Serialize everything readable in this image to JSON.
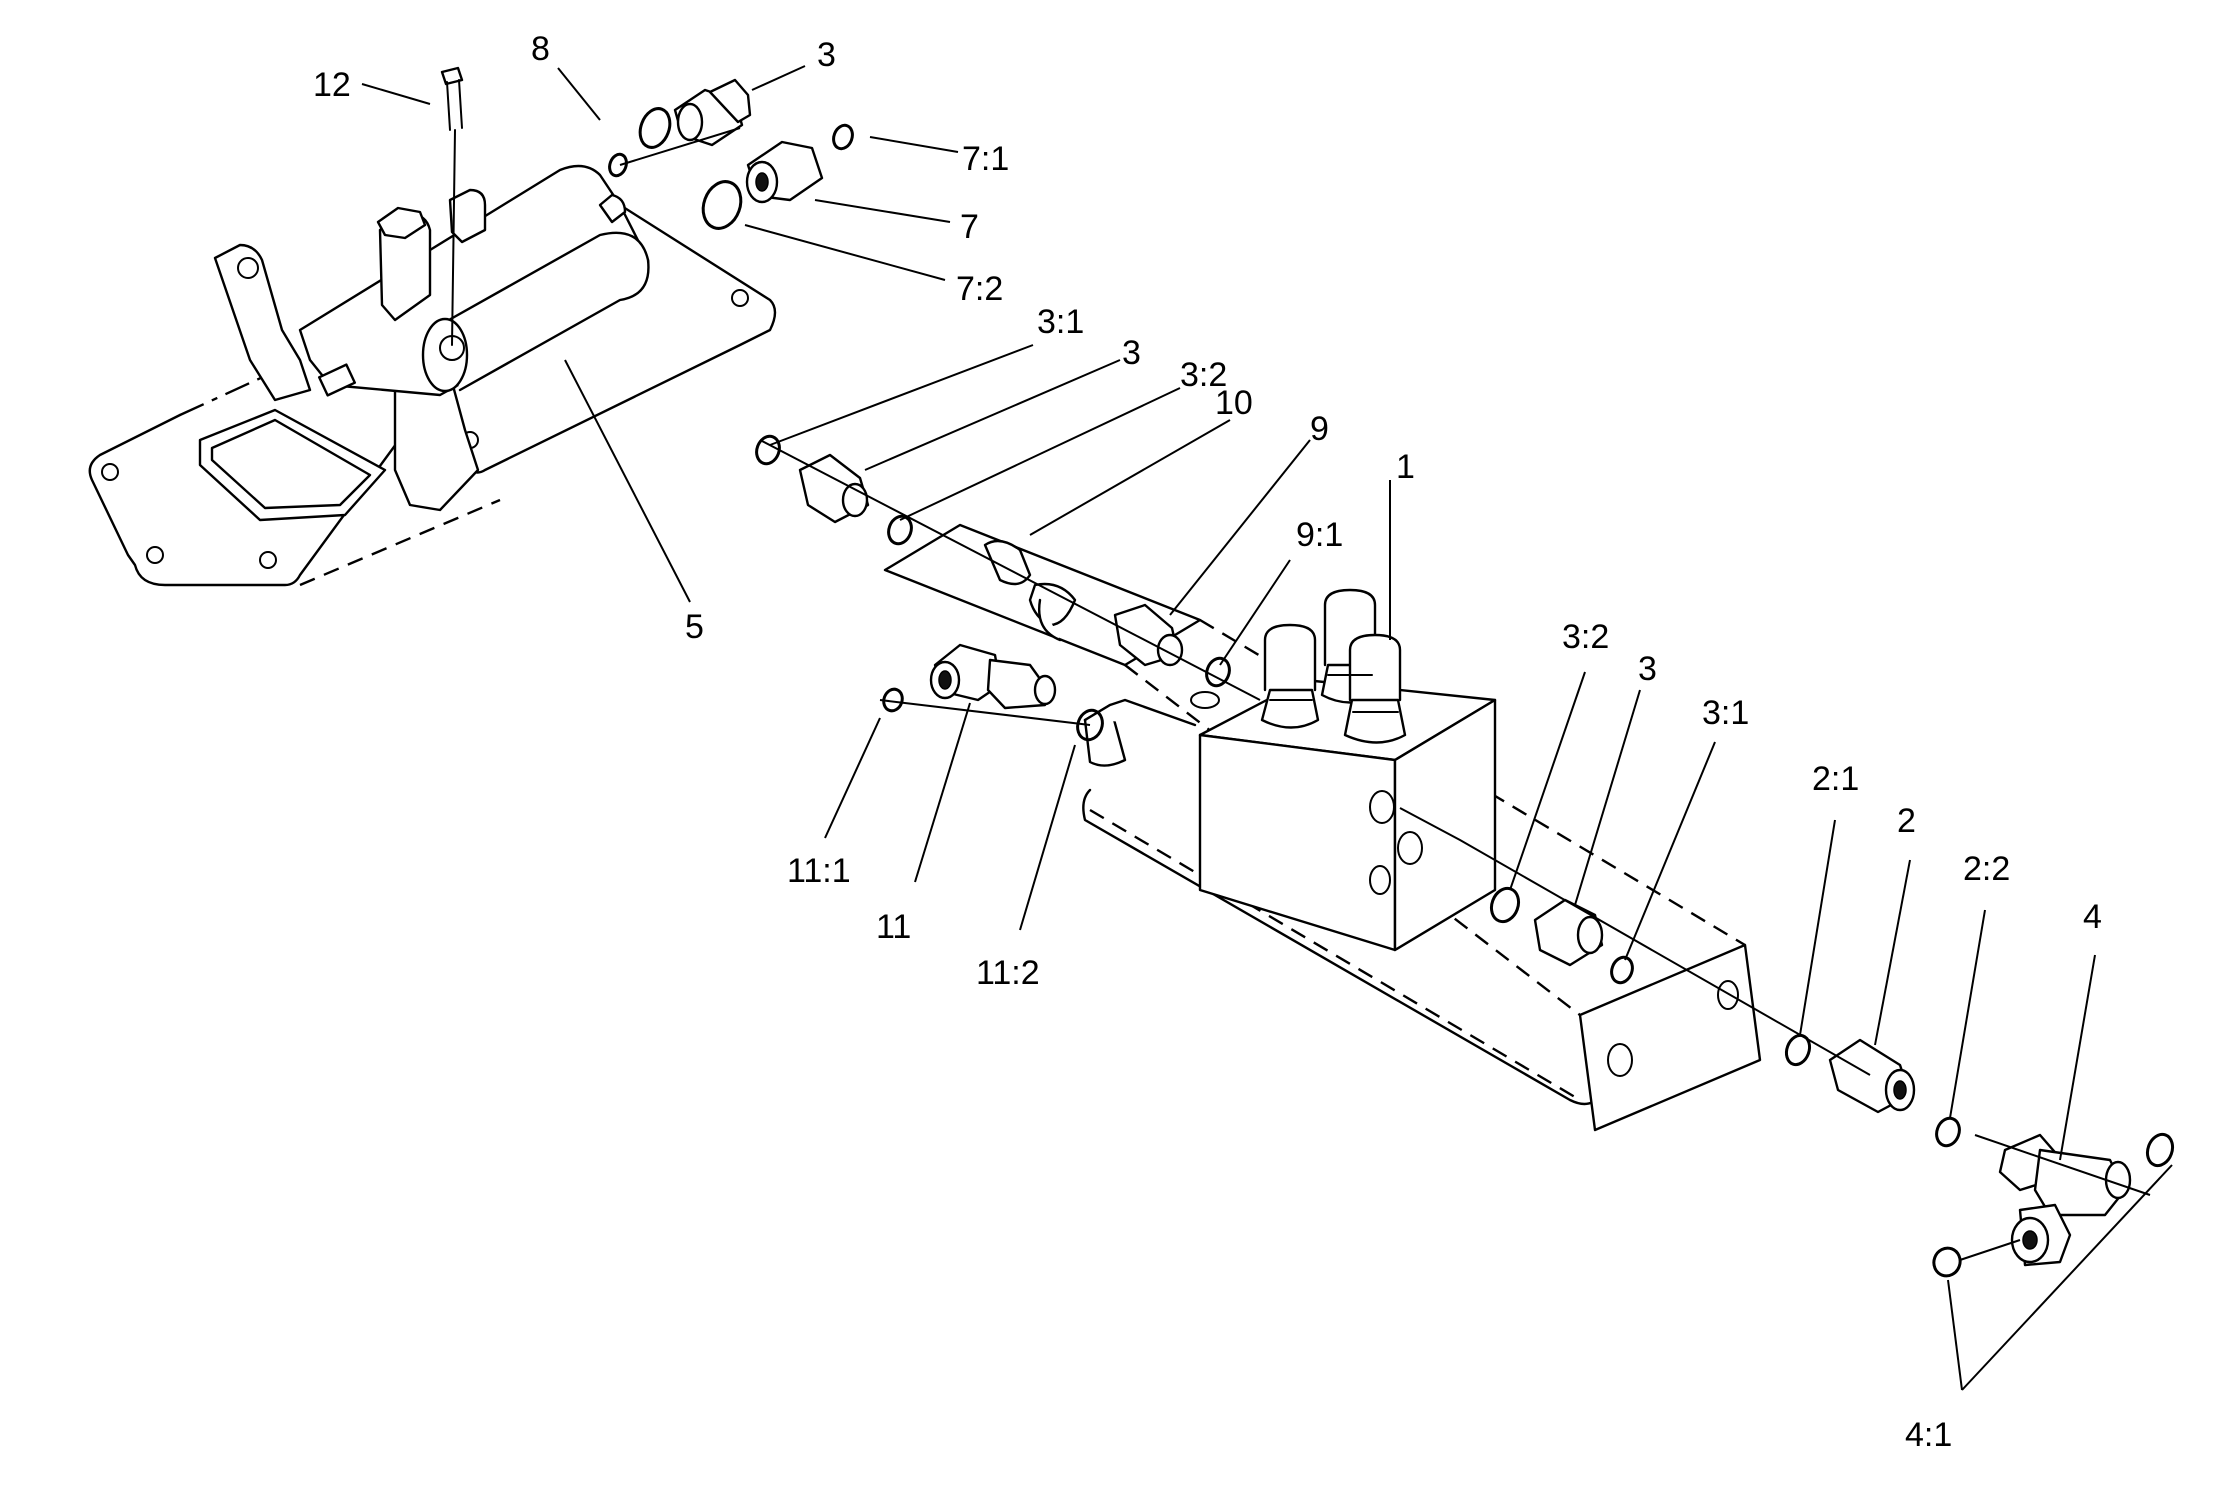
{
  "diagram": {
    "labels": {
      "l12": "12",
      "l8": "8",
      "l3a": "3",
      "l7_1": "7:1",
      "l7": "7",
      "l7_2": "7:2",
      "l3_1a": "3:1",
      "l3b": "3",
      "l3_2a": "3:2",
      "l10": "10",
      "l9": "9",
      "l1": "1",
      "l9_1": "9:1",
      "l5": "5",
      "l3_2b": "3:2",
      "l3c": "3",
      "l3_1b": "3:1",
      "l2_1": "2:1",
      "l2": "2",
      "l2_2": "2:2",
      "l4": "4",
      "l11_1": "11:1",
      "l11": "11",
      "l11_2": "11:2",
      "l4_1": "4:1"
    }
  }
}
